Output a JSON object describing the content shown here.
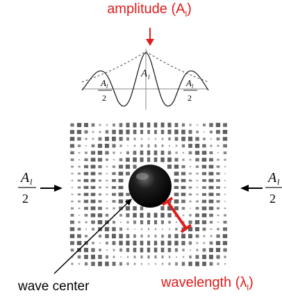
{
  "labels": {
    "amplitude": "amplitude (A",
    "amplitude_sub": "l",
    "amplitude_close": ")",
    "wavelength": "wavelength (λ",
    "wavelength_sub": "l",
    "wavelength_close": ")",
    "wave_center": "wave center"
  },
  "math": {
    "A": "A",
    "sub_l": "l",
    "two": "2"
  },
  "colors": {
    "accent": "#e01b1b",
    "ink": "#000000",
    "grid_dots": "#555555"
  },
  "icons": [
    "down-arrow-icon",
    "right-arrow-icon",
    "left-arrow-icon",
    "pointer-arrow-icon",
    "dimension-bar-icon"
  ]
}
